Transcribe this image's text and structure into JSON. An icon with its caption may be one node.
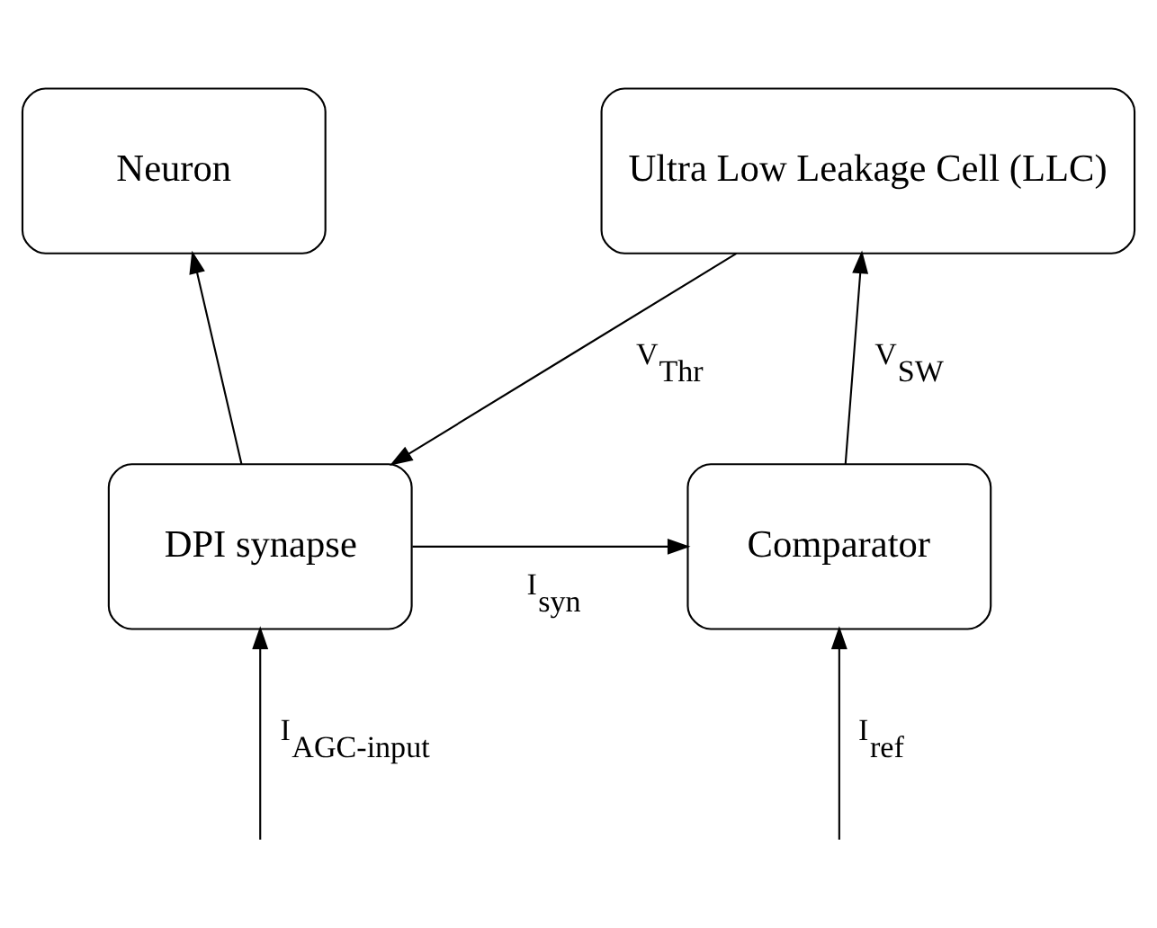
{
  "diagram": {
    "nodes": [
      {
        "text": [
          "Neuron"
        ]
      },
      {
        "text": [
          "Ultra Low Leakage Cell (LLC)"
        ]
      },
      {
        "text": [
          "DPI synapse"
        ]
      },
      {
        "text": [
          "Comparator"
        ]
      }
    ],
    "edges": [
      {
        "from": 2,
        "to": 0,
        "arrow": "to"
      },
      {
        "from": 1,
        "to": 2,
        "arrow": "to",
        "label": "V$_{Thr}$"
      },
      {
        "from": 2,
        "to": 3,
        "arrow": "to",
        "label": "I$_{syn}$"
      },
      {
        "from": 3,
        "to": 1,
        "arrow": "to",
        "label": "V$_{SW}$"
      },
      {
        "from": null,
        "to": 2,
        "arrow": "to",
        "label": "I$_{AGC-input}$"
      },
      {
        "from": null,
        "to": 3,
        "arrow": "to",
        "label": "I$_{ref}$"
      }
    ]
  }
}
